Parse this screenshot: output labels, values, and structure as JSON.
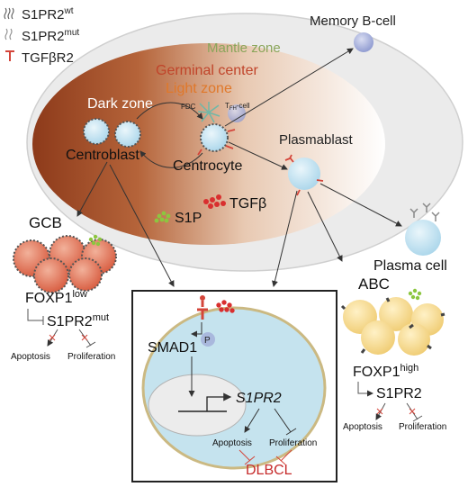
{
  "legend": {
    "s1pr2_wt": "S1PR2",
    "s1pr2_wt_sup": "wt",
    "s1pr2_mut": "S1PR2",
    "s1pr2_mut_sup": "mut",
    "tgfbr2": "TGFβR2"
  },
  "zones": {
    "mantle": "Mantle zone",
    "germinal": "Germinal center",
    "light": "Light zone",
    "dark": "Dark zone"
  },
  "cells": {
    "memory_b": "Memory B-cell",
    "fdc": "FDC",
    "tfh_main": "T",
    "tfh_sub": "FH",
    "tfh_suffix": "-cell",
    "centroblast": "Centroblast",
    "centrocyte": "Centrocyte",
    "plasmablast": "Plasmablast",
    "plasma": "Plasma cell",
    "s1p": "S1P",
    "tgfb": "TGFβ"
  },
  "gcb": {
    "title": "GCB",
    "foxp1": "FOXP1",
    "foxp1_sup": "low",
    "s1pr2": "S1PR2",
    "s1pr2_sup": "mut",
    "apoptosis": "Apoptosis",
    "proliferation": "Proliferation"
  },
  "abc": {
    "title": "ABC",
    "foxp1": "FOXP1",
    "foxp1_sup": "high",
    "s1pr2": "S1PR2",
    "apoptosis": "Apoptosis",
    "proliferation": "Proliferation"
  },
  "center": {
    "smad1": "SMAD1",
    "phospho": "P",
    "s1pr2": "S1PR2",
    "apoptosis": "Apoptosis",
    "proliferation": "Proliferation",
    "dlbcl": "DLBCL"
  },
  "colors": {
    "mantle_text": "#8aa55a",
    "gc_text": "#c0442a",
    "light_text": "#e0782a",
    "dlbcl_text": "#c62b2b",
    "inhibit_red": "#d4453a",
    "cell_blue": "#cde8f4"
  }
}
